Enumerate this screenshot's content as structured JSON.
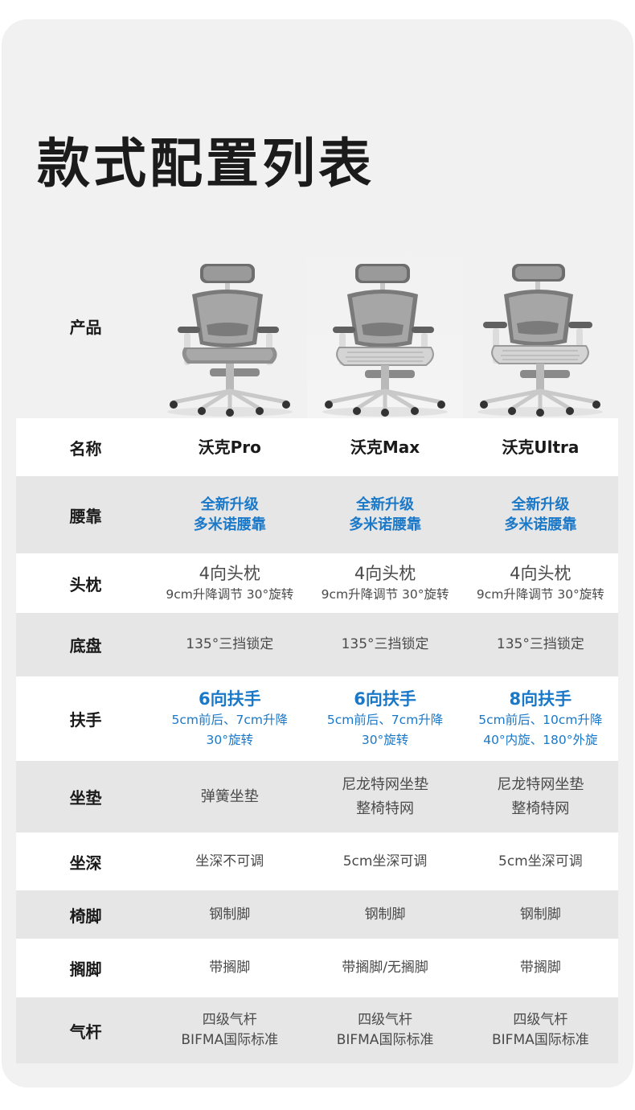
{
  "page": {
    "title": "款式配置列表"
  },
  "product_label": "产品",
  "product_images": [
    {
      "name": "沃克Pro chair",
      "seat": "cushion",
      "footrest": true
    },
    {
      "name": "沃克Max chair",
      "seat": "mesh",
      "footrest": true
    },
    {
      "name": "沃克Ultra chair",
      "seat": "mesh",
      "footrest": true
    }
  ],
  "rows": [
    {
      "label": "名称",
      "cells": [
        {
          "lines": [
            "沃克Pro"
          ]
        },
        {
          "lines": [
            "沃克Max"
          ]
        },
        {
          "lines": [
            "沃克Ultra"
          ]
        }
      ]
    },
    {
      "label": "腰靠",
      "cells": [
        {
          "lines": [
            "全新升级",
            "多米诺腰靠"
          ]
        },
        {
          "lines": [
            "全新升级",
            "多米诺腰靠"
          ]
        },
        {
          "lines": [
            "全新升级",
            "多米诺腰靠"
          ]
        }
      ]
    },
    {
      "label": "头枕",
      "cells": [
        {
          "lines": [
            "4向头枕",
            "9cm升降调节 30°旋转"
          ]
        },
        {
          "lines": [
            "4向头枕",
            "9cm升降调节 30°旋转"
          ]
        },
        {
          "lines": [
            "4向头枕",
            "9cm升降调节 30°旋转"
          ]
        }
      ]
    },
    {
      "label": "底盘",
      "cells": [
        {
          "lines": [
            "135°三挡锁定"
          ]
        },
        {
          "lines": [
            "135°三挡锁定"
          ]
        },
        {
          "lines": [
            "135°三挡锁定"
          ]
        }
      ]
    },
    {
      "label": "扶手",
      "cells": [
        {
          "lines": [
            "6向扶手",
            "5cm前后、7cm升降",
            "30°旋转"
          ]
        },
        {
          "lines": [
            "6向扶手",
            "5cm前后、7cm升降",
            "30°旋转"
          ]
        },
        {
          "lines": [
            "8向扶手",
            "5cm前后、10cm升降",
            "40°内旋、180°外旋"
          ]
        }
      ]
    },
    {
      "label": "坐垫",
      "cells": [
        {
          "lines": [
            "弹簧坐垫"
          ]
        },
        {
          "lines": [
            "尼龙特网坐垫",
            "整椅特网"
          ]
        },
        {
          "lines": [
            "尼龙特网坐垫",
            "整椅特网"
          ]
        }
      ]
    },
    {
      "label": "坐深",
      "cells": [
        {
          "lines": [
            "坐深不可调"
          ]
        },
        {
          "lines": [
            "5cm坐深可调"
          ]
        },
        {
          "lines": [
            "5cm坐深可调"
          ]
        }
      ]
    },
    {
      "label": "椅脚",
      "cells": [
        {
          "lines": [
            "钢制脚"
          ]
        },
        {
          "lines": [
            "钢制脚"
          ]
        },
        {
          "lines": [
            "钢制脚"
          ]
        }
      ]
    },
    {
      "label": "搁脚",
      "cells": [
        {
          "lines": [
            "带搁脚"
          ]
        },
        {
          "lines": [
            "带搁脚/无搁脚"
          ]
        },
        {
          "lines": [
            "带搁脚"
          ]
        }
      ]
    },
    {
      "label": "气杆",
      "cells": [
        {
          "lines": [
            "四级气杆",
            "BIFMA国际标准"
          ]
        },
        {
          "lines": [
            "四级气杆",
            "BIFMA国际标准"
          ]
        },
        {
          "lines": [
            "四级气杆",
            "BIFMA国际标准"
          ]
        }
      ]
    }
  ],
  "colors": {
    "accent_blue": "#1a78c8",
    "row_gray": "#e6e6e6",
    "card_bg": "#f1f1f1"
  }
}
